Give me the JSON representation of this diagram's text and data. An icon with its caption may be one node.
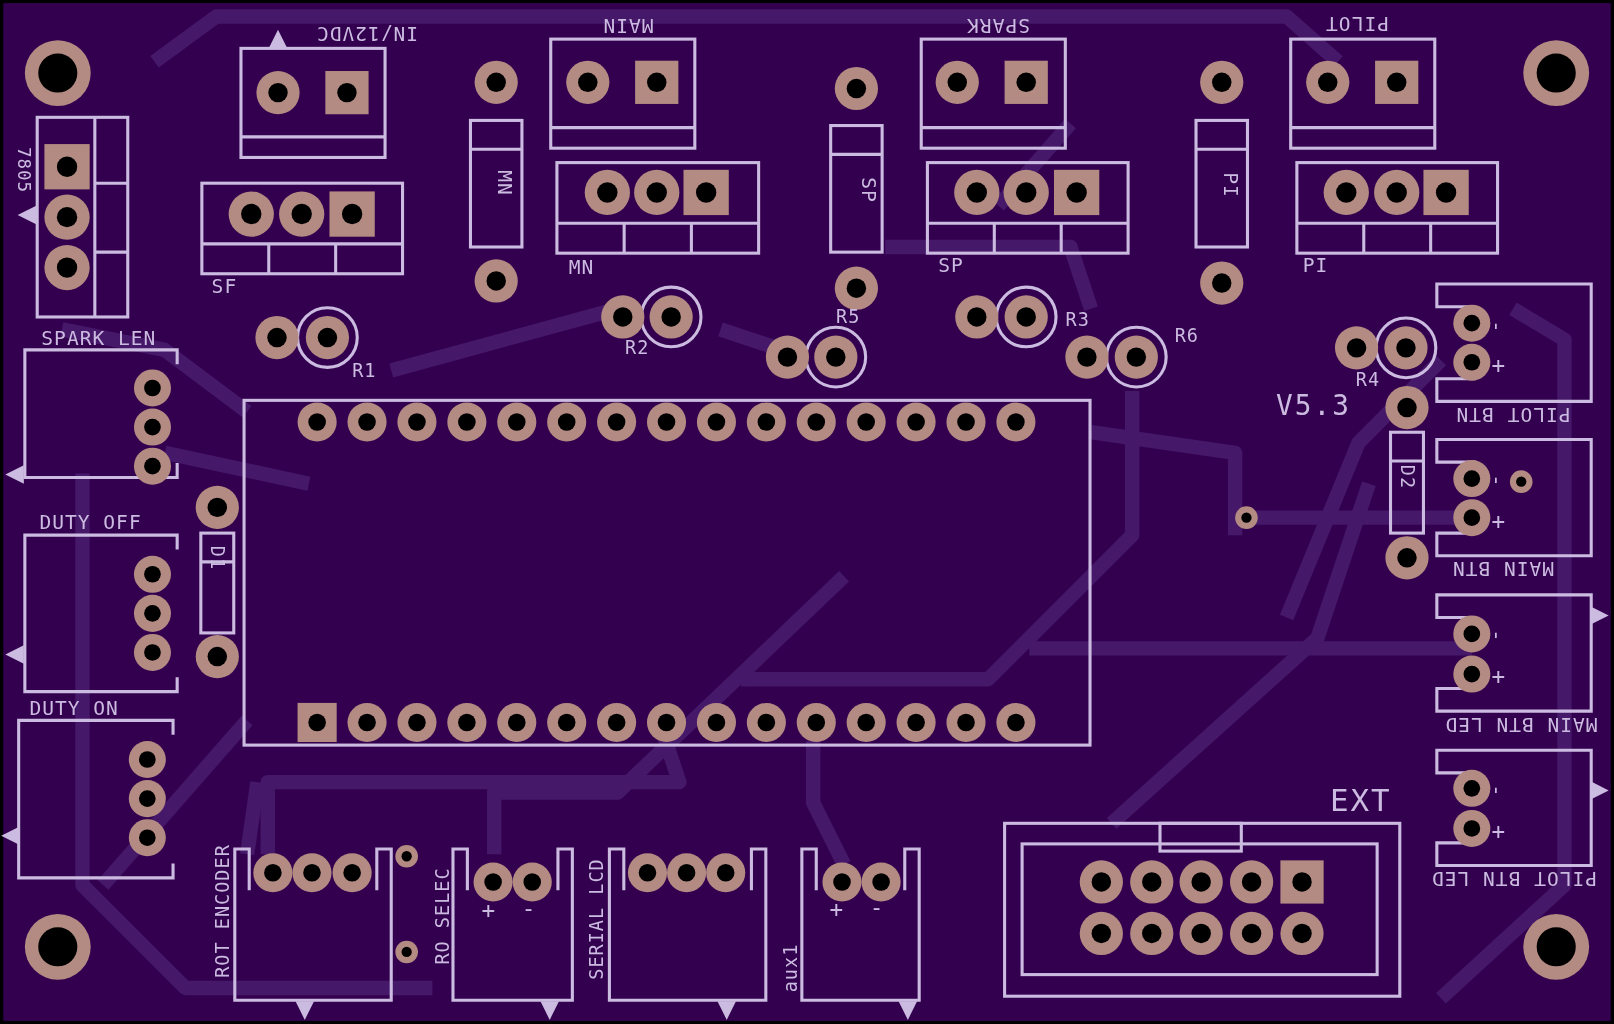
{
  "diagram": {
    "labels": [
      "IN/12VDC",
      "MAIN",
      "SPARK",
      "PILOT",
      "7805",
      "MN",
      "SP",
      "PI",
      "SF",
      "MN",
      "SP",
      "PI",
      "SPARK LEN",
      "R1",
      "R2",
      "R5",
      "R3",
      "R6",
      "R4",
      "V5.3",
      "-",
      "+",
      "PILOT BTN",
      "D2",
      "-",
      "+",
      "D1",
      "DUTY OFF",
      "MAIN BTN",
      "-",
      "+",
      "DUTY ON",
      "MAIN BTN LED",
      "EXT",
      "-",
      "+",
      "PILOT BTN LED",
      "ROT ENCODER",
      "RO SELEC",
      "+",
      "-",
      "SERIAL LCD",
      "aux1",
      "+",
      "-"
    ]
  }
}
